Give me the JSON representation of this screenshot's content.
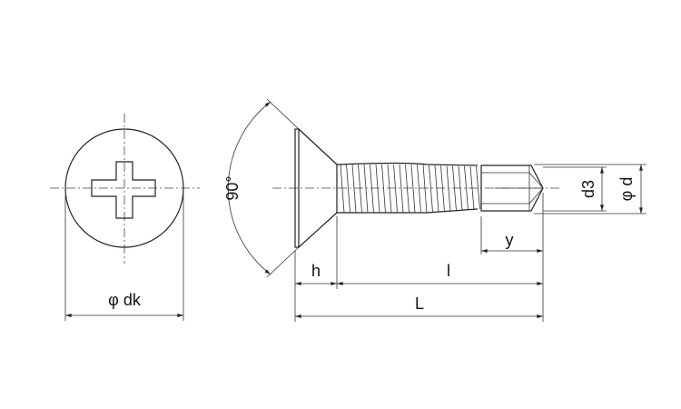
{
  "labels": {
    "head_diameter": "φ dk",
    "angle": "90°",
    "head_height": "h",
    "thread_length": "l",
    "total_length": "L",
    "drill_length": "y",
    "drill_diameter": "d3",
    "nominal_diameter": "φ d"
  },
  "colors": {
    "line": "#222222",
    "background": "#ffffff"
  }
}
